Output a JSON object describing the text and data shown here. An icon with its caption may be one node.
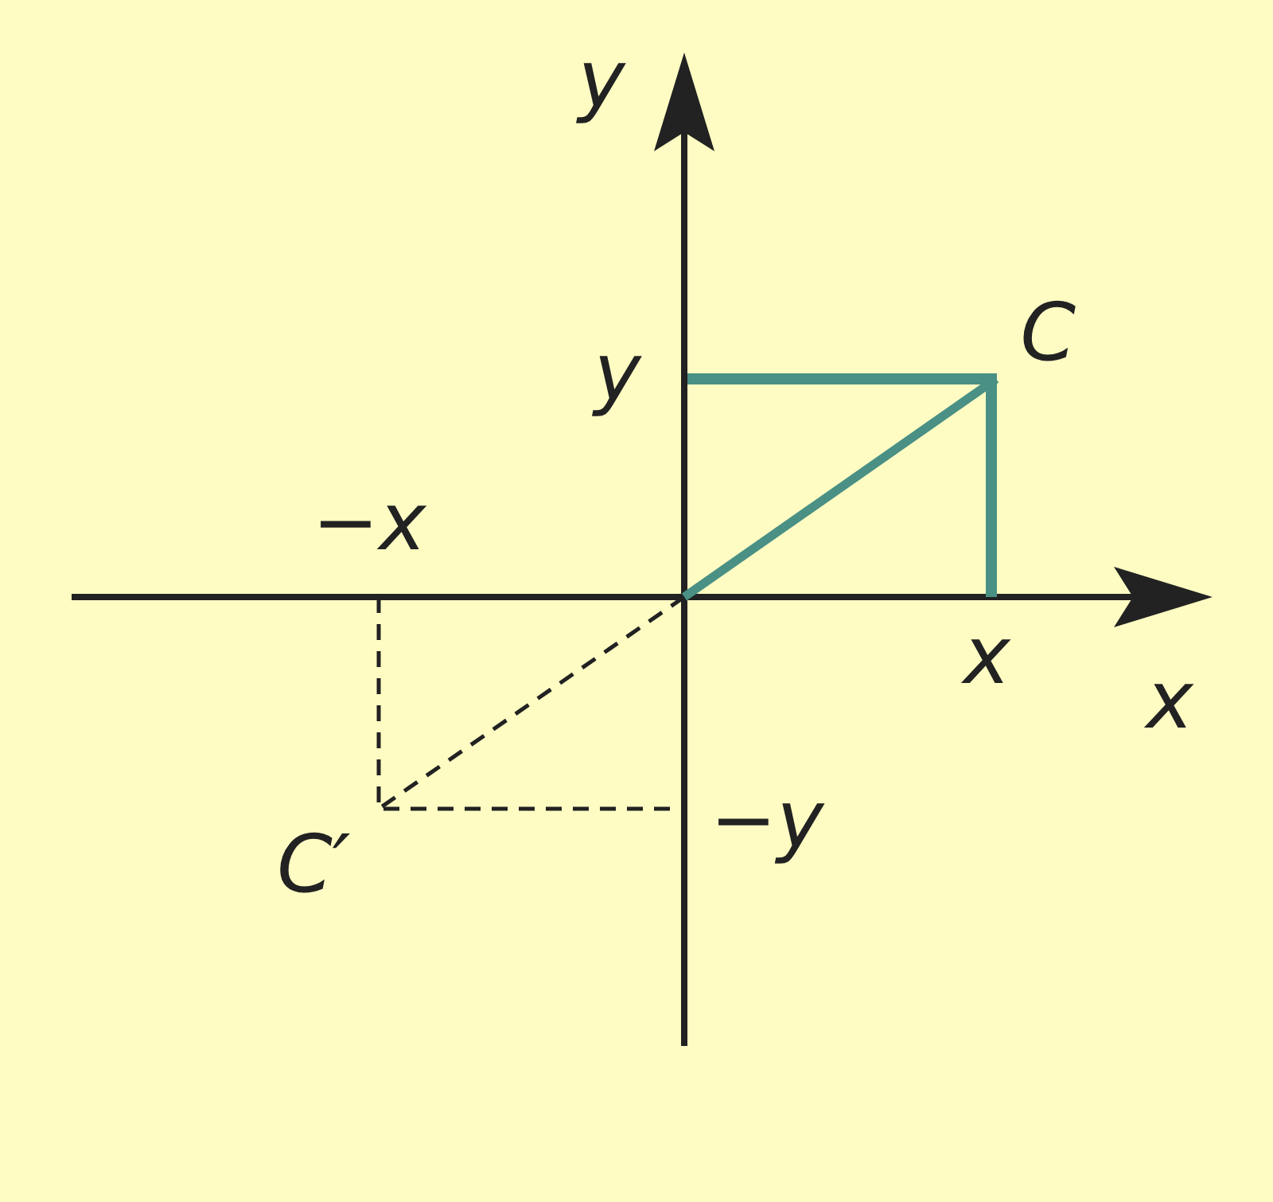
{
  "diagram": {
    "nodes": [
      {
        "text": [
          "C"
        ]
      },
      {
        "text": [
          "C′"
        ]
      }
    ],
    "edges": [
      {
        "from": null,
        "to": 0,
        "arrow": "none",
        "style": "thick",
        "color": "#4a9085"
      },
      {
        "from": null,
        "to": 1,
        "arrow": "none",
        "style": "dashed",
        "color": "#222222"
      }
    ],
    "labels": [
      "y",
      "y",
      "−x",
      "x",
      "x",
      "−y"
    ]
  }
}
